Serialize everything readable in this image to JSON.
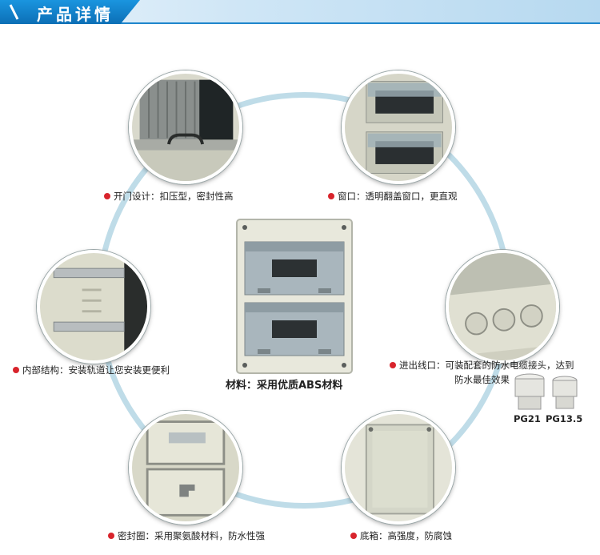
{
  "header": {
    "title": "产品详情"
  },
  "features": {
    "door": "开门设计：扣压型，密封性高",
    "window": "窗口：透明翻盖窗口，更直观",
    "interior": "内部结构：安装轨道让您安装更便利",
    "inlet_line1": "进出线口：可装配套的防水电缆接头，达到",
    "inlet_line2": "防水最佳效果",
    "seal": "密封圈：采用聚氨酸材料，防水性强",
    "bottom": "底箱：高强度，防腐蚀"
  },
  "material": "材料：采用优质ABS材料",
  "glands": {
    "left": "PG21",
    "right": "PG13.5"
  },
  "colors": {
    "accent": "#1e86cc",
    "ring": "#bfdce8",
    "bullet": "#d8242c"
  }
}
